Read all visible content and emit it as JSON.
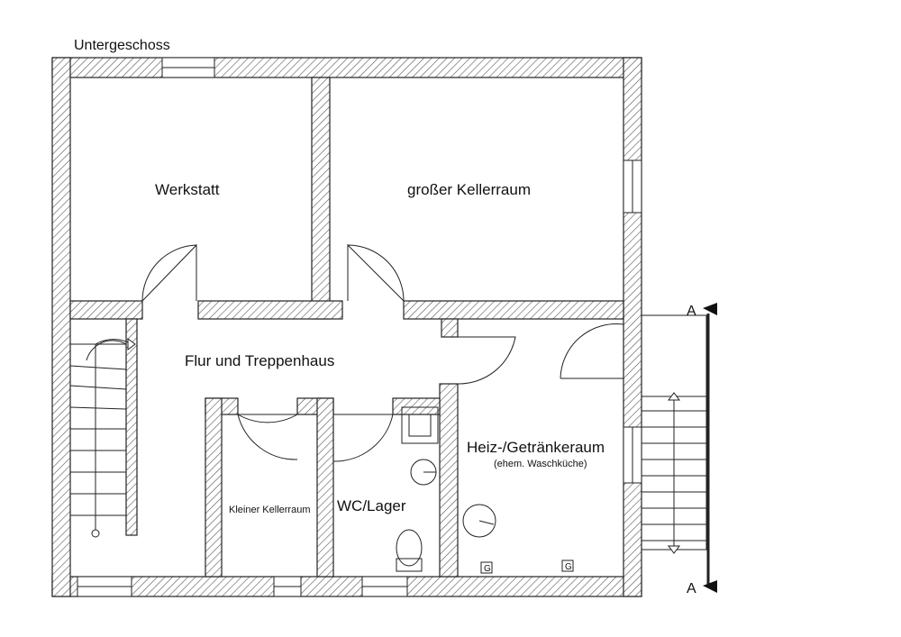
{
  "drawing": {
    "title": "Untergeschoss",
    "section_marker": "A"
  },
  "rooms": {
    "werkstatt": "Werkstatt",
    "kellerraum": "großer Kellerraum",
    "flur": "Flur und Treppenhaus",
    "heiz": "Heiz-/Getränkeraum",
    "heiz_note": "(ehem. Waschküche)",
    "kleiner": "Kleiner Kellerraum",
    "wc": "WC/Lager"
  },
  "fixtures": {
    "gas_symbol": "G"
  }
}
